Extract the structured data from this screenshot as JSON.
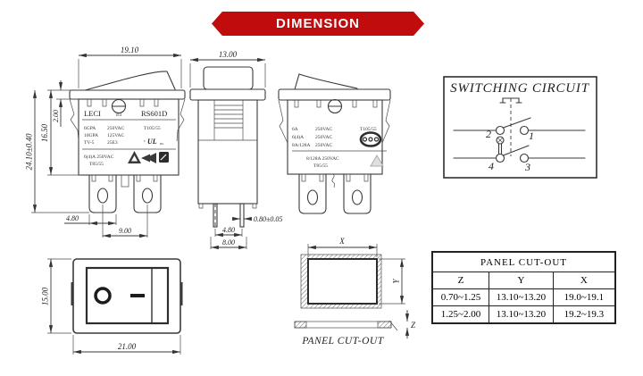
{
  "banner": {
    "label": "DIMENSION",
    "bg_color": "#c00c0c",
    "text_color": "#ffffff"
  },
  "view_front": {
    "dim_width": "19.10",
    "dim_bezel_height": "2.00",
    "dim_body_height": "16.50",
    "dim_total_height": "24.10±0.40",
    "dim_leg_width": "4.80",
    "dim_leg_pitch": "9.00",
    "brand": "LECI",
    "file_code": "1E4",
    "model": "RS601D",
    "rating1_l": "6GPA",
    "rating1_r": "250VAC",
    "rating2_l": "10GPA",
    "rating2_r": "125VAC",
    "rating3_l": "TV-5",
    "rating3_r": "25E3",
    "temp_rating": "T105/55",
    "ul_prefix": "c",
    "ul_name": "UL",
    "ul_suffix": "us",
    "rating_bottom": "6(4)A 250VAC",
    "temp_bottom": "T85/55"
  },
  "view_side": {
    "dim_width": "13.00",
    "dim_pin_thickness": "0.80±0.05",
    "dim_pin_pitch": "4.80",
    "dim_pin_span": "8.00"
  },
  "view_front2": {
    "rating1_l": "6A",
    "rating1_r": "250VAC",
    "rating2_l": "6(4)A",
    "rating2_r": "250VAC",
    "rating3_l": "8A/128A",
    "rating3_r": "250VAC",
    "temp_rating": "T105/55",
    "rating_bottom": "8/128A 250VAC",
    "temp_bottom": "T85/55"
  },
  "circuit": {
    "title": "SWITCHING CIRCUIT",
    "terminal_1": "1",
    "terminal_2": "2",
    "terminal_3": "3",
    "terminal_4": "4"
  },
  "view_face": {
    "dim_height": "15.00",
    "dim_width": "21.00",
    "off_symbol": "O",
    "on_symbol": "—"
  },
  "cutout": {
    "label": "PANEL CUT-OUT",
    "dim_x_label": "X",
    "dim_y_label": "Y",
    "dim_z_label": "Z"
  },
  "panel_table": {
    "title": "PANEL CUT-OUT",
    "headers": [
      "Z",
      "Y",
      "X"
    ],
    "rows": [
      [
        "0.70~1.25",
        "13.10~13.20",
        "19.0~19.1"
      ],
      [
        "1.25~2.00",
        "13.10~13.20",
        "19.2~19.3"
      ]
    ]
  },
  "icons": {
    "ul_mark": "cULus-certification-icon",
    "cqc_mark": "cqc-oval-certification-icon",
    "triangle_mark": "triangle-certification-icon",
    "chevron_mark": "double-chevron-certification-icon",
    "square_mark": "square-certification-icon",
    "screw": "screw-head-icon"
  }
}
